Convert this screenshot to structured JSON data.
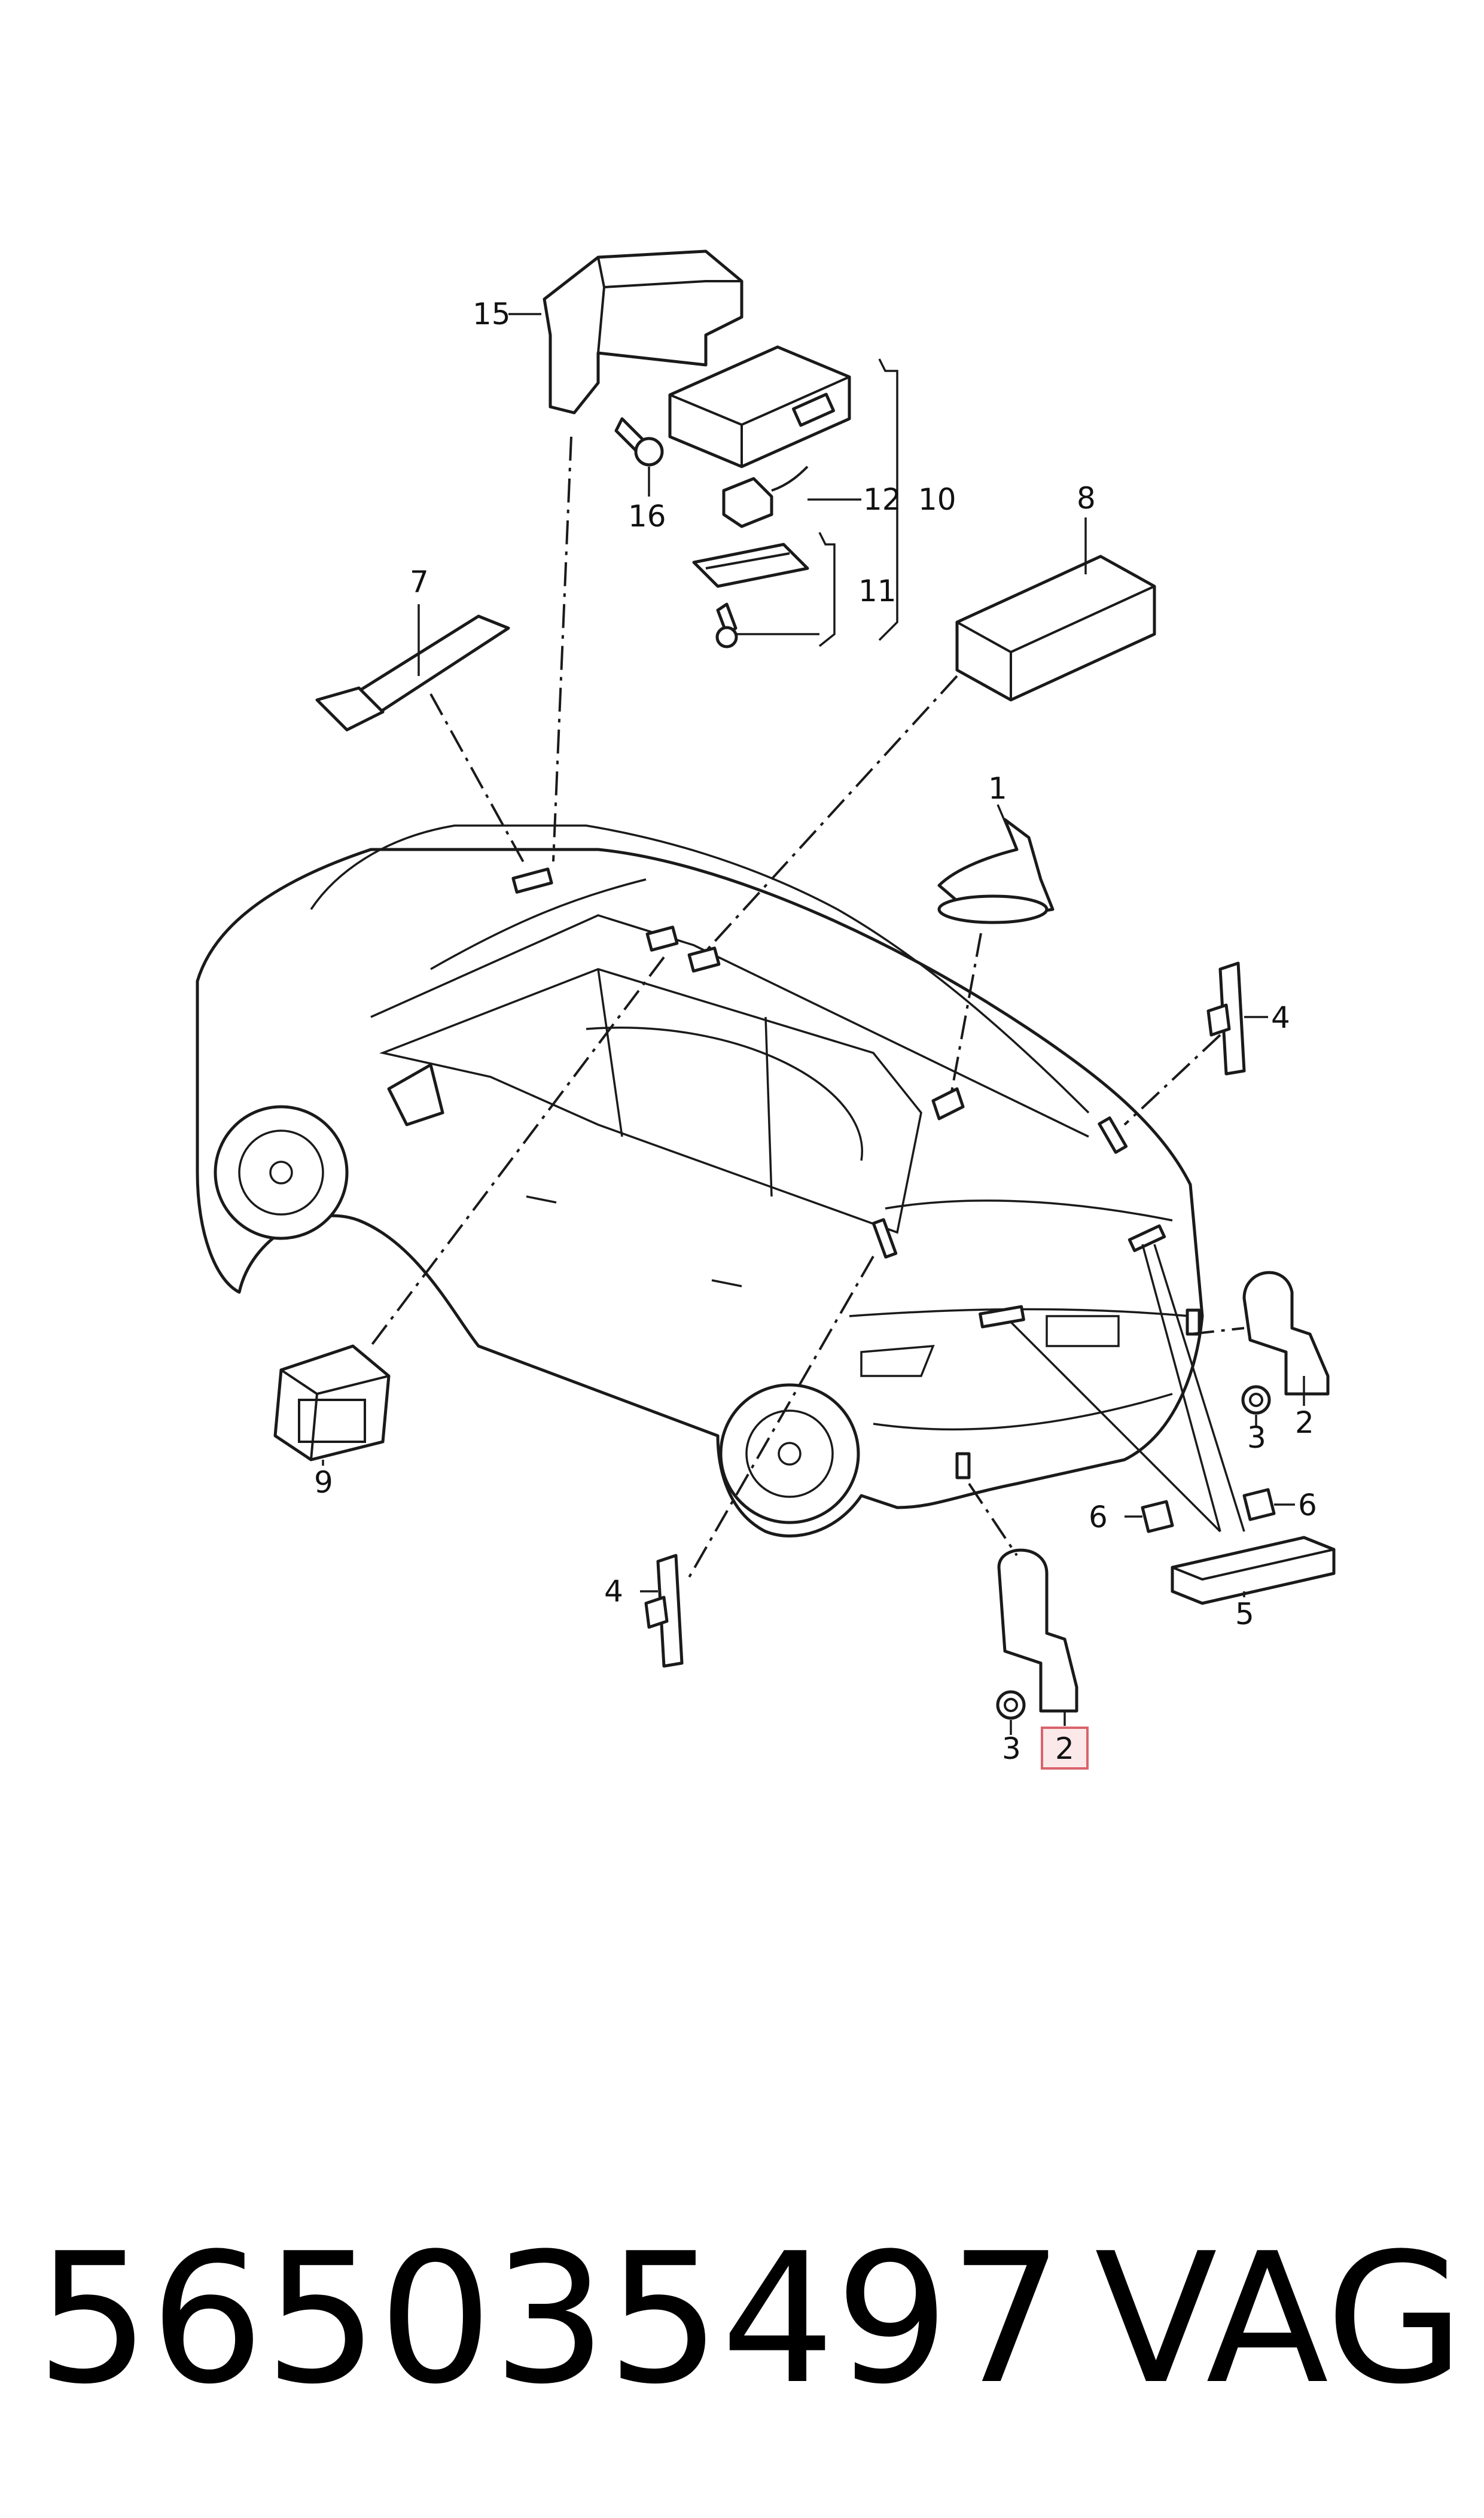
{
  "callouts": {
    "c1": "1",
    "c2_right": "2",
    "c2_bottom": "2",
    "c3_right": "3",
    "c3_bottom": "3",
    "c4_right": "4",
    "c4_left": "4",
    "c5": "5",
    "c6_left": "6",
    "c6_right": "6",
    "c7": "7",
    "c8": "8",
    "c9": "9",
    "c10": "10",
    "c11": "11",
    "c12": "12",
    "c15": "15",
    "c16": "16"
  },
  "highlighted_callout": "2",
  "footer": {
    "part_number": "565035497",
    "brand": "VAG"
  },
  "colors": {
    "line": "#1a1a1a",
    "highlight_fill": "#fbe9ea",
    "highlight_stroke": "#d9636b"
  }
}
